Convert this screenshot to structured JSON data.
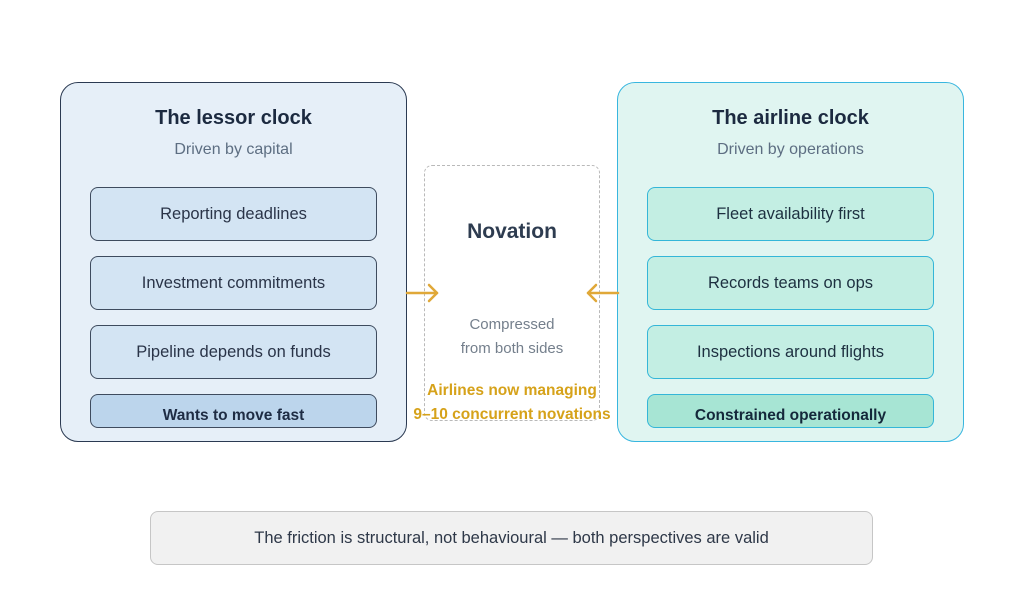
{
  "lessor": {
    "title": "The lessor clock",
    "subtitle": "Driven by capital",
    "items": [
      "Reporting deadlines",
      "Investment commitments",
      "Pipeline depends on funds"
    ],
    "conclusion": "Wants to move fast"
  },
  "airline": {
    "title": "The airline clock",
    "subtitle": "Driven by operations",
    "items": [
      "Fleet availability first",
      "Records teams on ops",
      "Inspections around flights"
    ],
    "conclusion": "Constrained operationally"
  },
  "center": {
    "title": "Novation",
    "subtitle_lines": [
      "Compressed",
      "from both sides"
    ],
    "callout_lines": [
      "Airlines now managing",
      "9–10 concurrent novations"
    ]
  },
  "footer": {
    "text": "The friction is structural, not behavioural — both perspectives are valid"
  },
  "colors": {
    "arrow": "#e0a838",
    "callout": "#d6a21a",
    "lessor_border": "#2b3a52",
    "airline_border": "#38b6df"
  },
  "icons": {
    "left_arrow": "arrow-right-icon",
    "right_arrow": "arrow-left-icon"
  }
}
